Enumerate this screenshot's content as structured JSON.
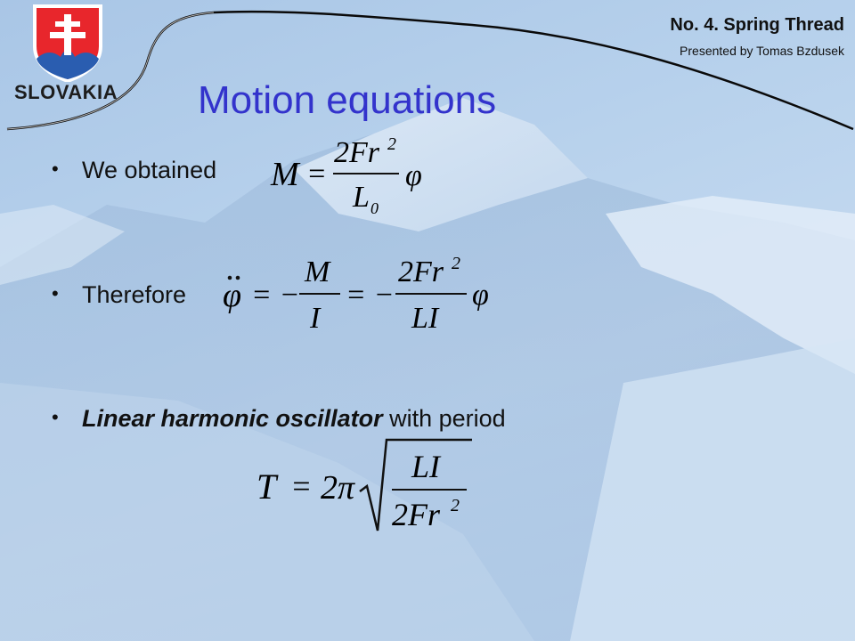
{
  "header": {
    "title": "No. 4. Spring Thread",
    "presenter": "Presented by Tomas Bzdusek"
  },
  "logo": {
    "country": "SLOVAKIA"
  },
  "slide": {
    "title": "Motion equations",
    "bullets": [
      {
        "text": "We obtained"
      },
      {
        "text": "Therefore"
      },
      {
        "emphasis": "Linear harmonic oscillator",
        "text": " with period"
      }
    ]
  },
  "equations": {
    "eq1": {
      "lhs": "M",
      "eq": "=",
      "num": "2Fr",
      "num_exp": "2",
      "den": "L",
      "den_sub": "0",
      "tail": "φ"
    },
    "eq2": {
      "lhs": "φ",
      "eq1": "= −",
      "frac1_num": "M",
      "frac1_den": "I",
      "eq2": "= −",
      "frac2_num": "2Fr",
      "frac2_exp": "2",
      "frac2_den": "LI",
      "tail": "φ"
    },
    "eq3": {
      "lhs": "T",
      "eq": "=",
      "coef": "2π",
      "num": "LI",
      "den": "2Fr",
      "den_exp": "2"
    }
  },
  "colors": {
    "title": "#3333cc",
    "background": "#b7d1ec",
    "shield_red": "#e8262c",
    "shield_blue": "#2a5db0"
  }
}
